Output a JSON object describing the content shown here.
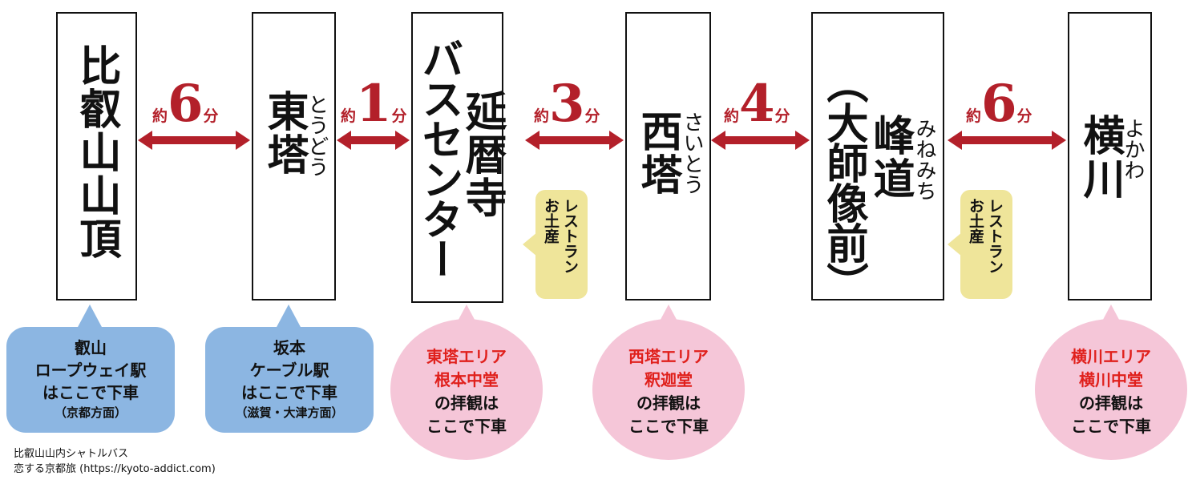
{
  "stations": [
    {
      "name": "比叡山山頂"
    },
    {
      "name": "東塔",
      "reading": "とうどう"
    },
    {
      "name_line1": "延暦寺",
      "name_line2": "バスセンター"
    },
    {
      "name": "西塔",
      "reading": "さいとう"
    },
    {
      "name": "峰道",
      "sub": "（大師像前）",
      "reading": "みねみち"
    },
    {
      "name": "横川",
      "reading": "よかわ"
    }
  ],
  "segments": [
    {
      "prefix": "約",
      "minutes": "6",
      "unit": "分"
    },
    {
      "prefix": "約",
      "minutes": "1",
      "unit": "分"
    },
    {
      "prefix": "約",
      "minutes": "3",
      "unit": "分"
    },
    {
      "prefix": "約",
      "minutes": "4",
      "unit": "分"
    },
    {
      "prefix": "約",
      "minutes": "6",
      "unit": "分"
    }
  ],
  "blue_notes": [
    {
      "l1": "叡山",
      "l2": "ロープウェイ駅",
      "l3": "はここで下車",
      "l4": "（京都方面）"
    },
    {
      "l1": "坂本",
      "l2": "ケーブル駅",
      "l3": "はここで下車",
      "l4": "（滋賀・大津方面）"
    }
  ],
  "pink_notes": [
    {
      "r1": "東塔エリア",
      "r2": "根本中堂",
      "b1": "の拝観は",
      "b2": "ここで下車"
    },
    {
      "r1": "西塔エリア",
      "r2": "釈迦堂",
      "b1": "の拝観は",
      "b2": "ここで下車"
    },
    {
      "r1": "横川エリア",
      "r2": "横川中堂",
      "b1": "の拝観は",
      "b2": "ここで下車"
    }
  ],
  "yellow_tags": [
    {
      "l1": "レストラン",
      "l2": "お土産"
    },
    {
      "l1": "レストラン",
      "l2": "お土産"
    }
  ],
  "credit": {
    "l1": "比叡山山内シャトルバス",
    "l2": "恋する京都旅 (https://kyoto-addict.com)"
  },
  "colors": {
    "arrow": "#b3202a",
    "blue": "#8cb6e2",
    "pink": "#f5c6d8",
    "yellow": "#efe59a",
    "red_text": "#e0201c"
  }
}
